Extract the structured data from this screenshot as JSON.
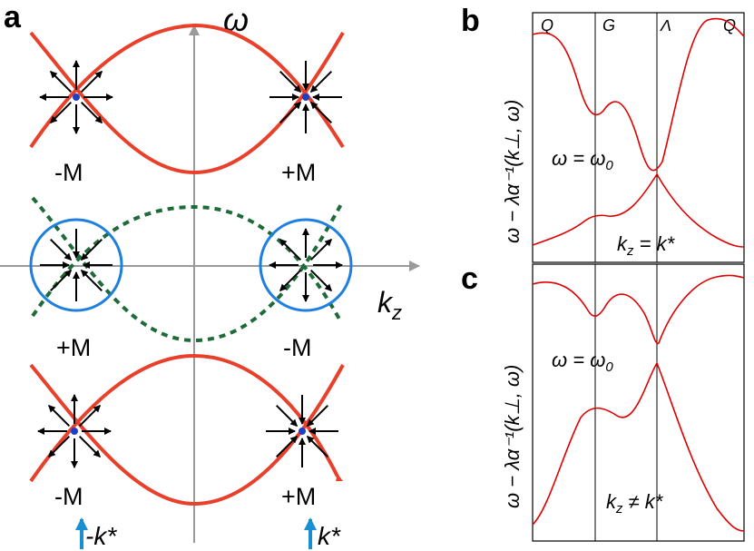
{
  "panel_a": {
    "letter": "a",
    "axis_omega": "ω",
    "axis_kz": "k",
    "axis_kz_sub": "z",
    "top_labels": [
      "-M",
      "+M"
    ],
    "middle_labels": [
      "+M",
      "-M"
    ],
    "bottom_labels": [
      "-M",
      "+M"
    ],
    "kstar_left": "-k*",
    "kstar_right": "k*"
  },
  "panel_b": {
    "letter": "b",
    "ticks": [
      "Q",
      "G",
      "Λ",
      "Q"
    ],
    "ylabel": "ω − λα⁻¹(k⊥, ω)",
    "eq": "ω = ω",
    "eq_sub": "0",
    "kz_eq": "k",
    "kz_sub": "z",
    "kz_rel": " = k*"
  },
  "panel_c": {
    "letter": "c",
    "ylabel": "ω − λα⁻¹(k⊥, ω)",
    "eq": "ω = ω",
    "eq_sub": "0",
    "kz_eq": "k",
    "kz_sub": "z",
    "kz_rel": " ≠ k*"
  },
  "colors": {
    "red": "#e8402a",
    "green": "#1e6b3a",
    "blue": "#1f7fe0",
    "dot": "#1d3fc8",
    "axis": "#9a9a9a",
    "cyan_arrow": "#1a8fd0"
  }
}
